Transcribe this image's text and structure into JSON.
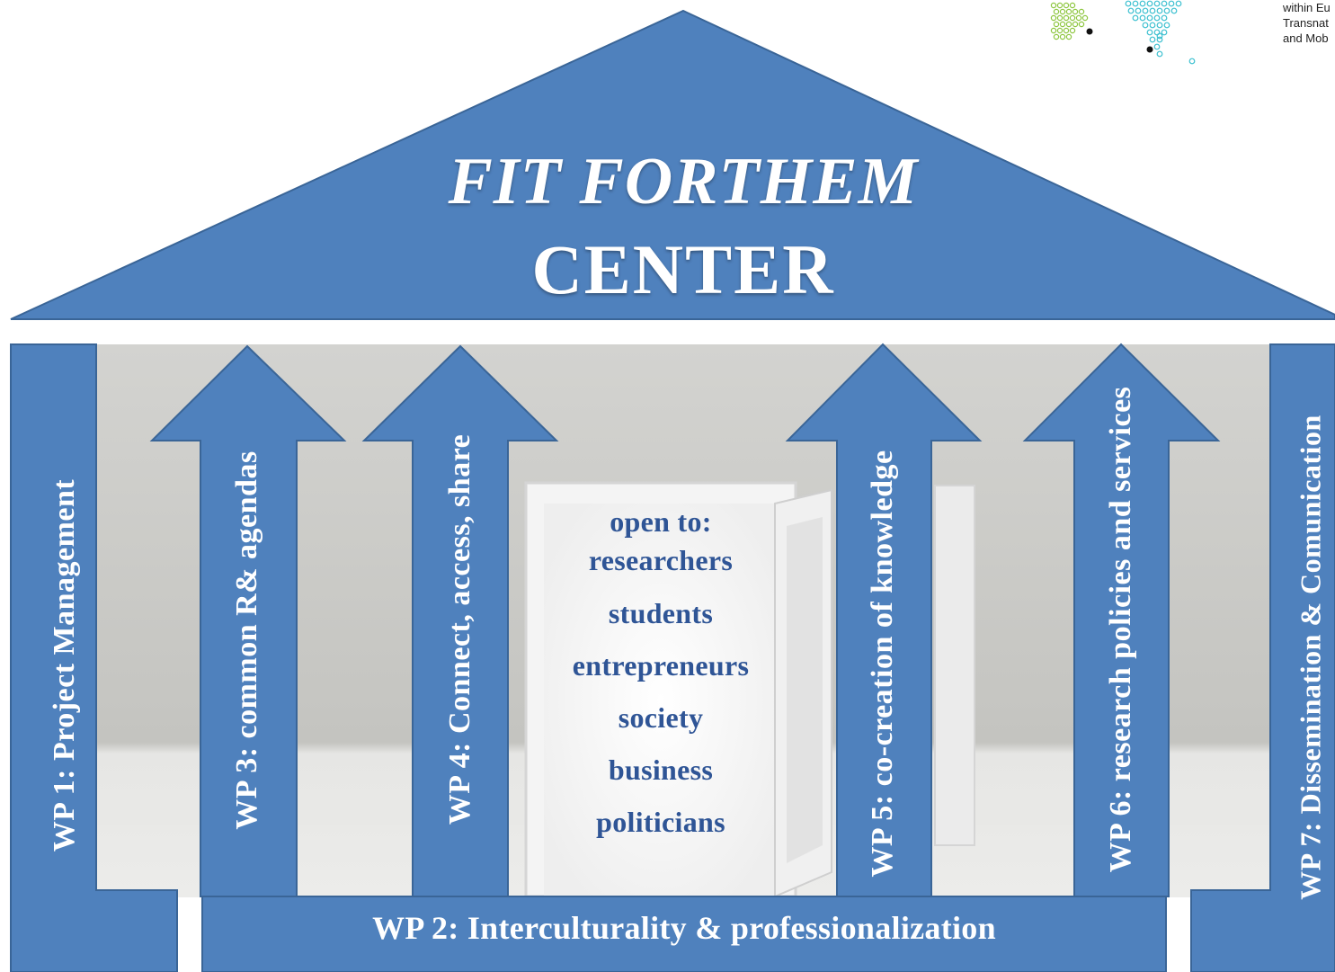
{
  "logo": {
    "lines": [
      "within Eu",
      "Transnat",
      "and Mob"
    ]
  },
  "roof": {
    "title_line1": "FIT FORTHEM",
    "title_line2": "CENTER"
  },
  "pillars": {
    "wp1": "WP 1: Project Management",
    "wp3": "WP 3: common R& agendas",
    "wp4": "WP 4: Connect, access, share",
    "wp5": "WP 5: co-creation of knowledge",
    "wp6": "WP 6: research  policies and services",
    "wp7": "WP 7: Dissemination & Comunication"
  },
  "base": {
    "wp2": "WP 2: Interculturality & professionalization"
  },
  "door": {
    "heading": "open to:",
    "audiences": [
      "researchers",
      "students",
      "entrepreneurs",
      "society",
      "business",
      "politicians"
    ]
  },
  "colors": {
    "shape_fill": "#4f81bd",
    "shape_stroke": "#3a6597",
    "door_text": "#2f5596",
    "wall": "#c9c9c5",
    "floor": "#d9d9d6",
    "logo_green": "#8dc63f",
    "logo_cyan": "#3cc0d0"
  }
}
